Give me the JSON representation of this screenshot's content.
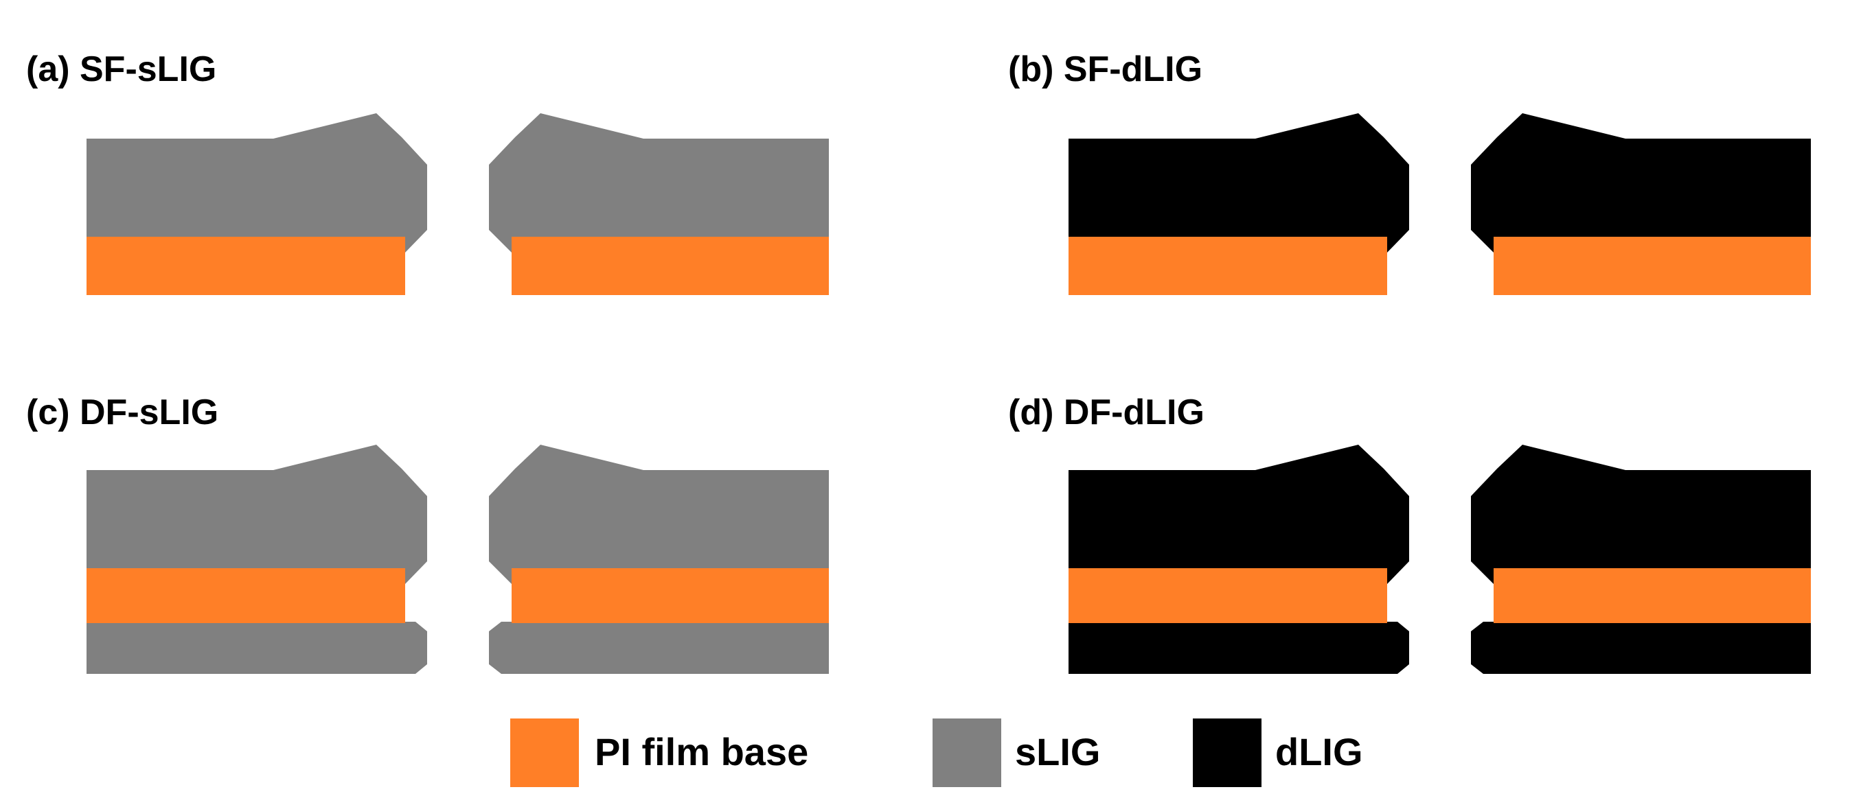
{
  "colors": {
    "pi_film": "#FF7F27",
    "slig": "#808080",
    "dlig": "#000000",
    "background": "#FFFFFF"
  },
  "panels": [
    {
      "id": "a",
      "title": "(a) SF-sLIG",
      "lig": "slig",
      "bottom_layer": false
    },
    {
      "id": "b",
      "title": "(b) SF-dLIG",
      "lig": "dlig",
      "bottom_layer": false
    },
    {
      "id": "c",
      "title": "(c) DF-sLIG",
      "lig": "slig",
      "bottom_layer": true
    },
    {
      "id": "d",
      "title": "(d) DF-dLIG",
      "lig": "dlig",
      "bottom_layer": true
    }
  ],
  "legend": [
    {
      "label": "PI film base",
      "color_key": "pi_film"
    },
    {
      "label": "sLIG",
      "color_key": "slig"
    },
    {
      "label": "dLIG",
      "color_key": "dlig"
    }
  ]
}
